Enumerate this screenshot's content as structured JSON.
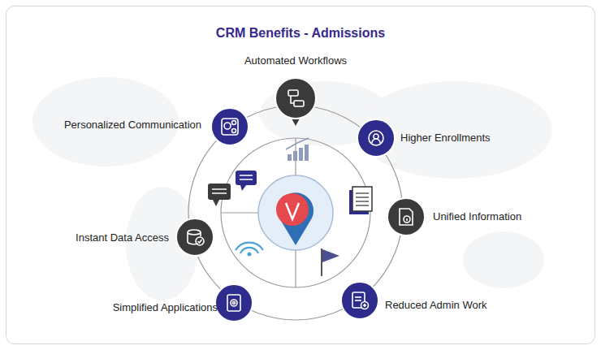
{
  "diagram": {
    "title": "CRM Benefits - Admissions",
    "nodes": [
      {
        "text": [
          "Automated Workflows"
        ]
      },
      {
        "text": [
          "Personalized Communication"
        ]
      },
      {
        "text": [
          "Higher Enrollments"
        ]
      },
      {
        "text": [
          "Unified Information"
        ]
      },
      {
        "text": [
          "Instant Data Access"
        ]
      },
      {
        "text": [
          "Simplified Applications"
        ]
      },
      {
        "text": [
          "Reduced Admin Work"
        ]
      }
    ]
  }
}
